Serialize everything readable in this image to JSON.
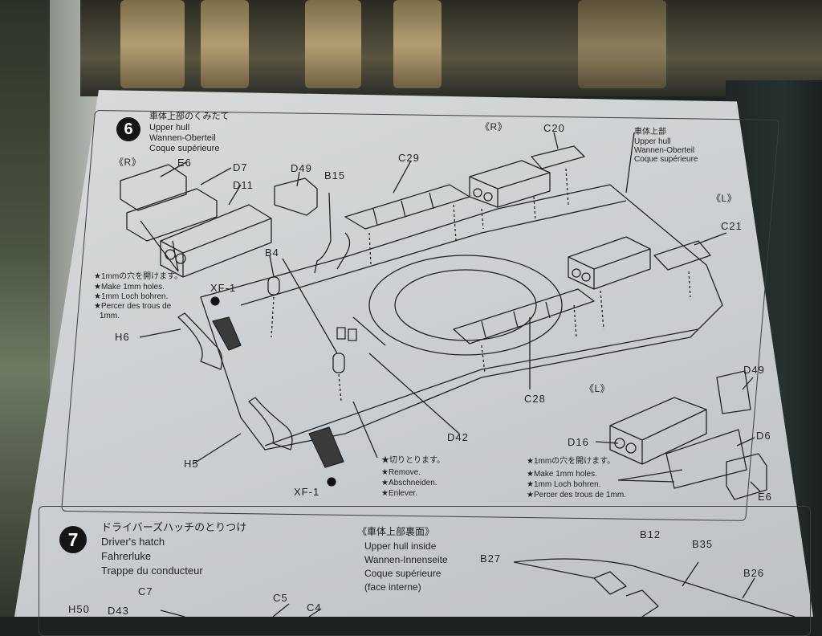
{
  "step6": {
    "number": "6",
    "title_jp": "車体上部のくみたて",
    "title_en": "Upper hull",
    "title_de": "Wannen-Oberteil",
    "title_fr": "Coque supérieure",
    "side_r_left": "《R》",
    "side_r_top": "《R》",
    "side_l_right": "《L》",
    "side_l_bottom": "《L》",
    "callout_upper_hull": [
      "車体上部",
      "Upper hull",
      "Wannen-Oberteil",
      "Coque supérieure"
    ],
    "parts": {
      "e6_left": "E6",
      "d7": "D7",
      "d11": "D11",
      "d49_left": "D49",
      "b15": "B15",
      "c29": "C29",
      "c20": "C20",
      "c21": "C21",
      "b4": "B4",
      "xf1_top": "XF-1",
      "h6": "H6",
      "h5": "H5",
      "xf1_bottom": "XF-1",
      "d42": "D42",
      "c28": "C28",
      "d49_right": "D49",
      "d16": "D16",
      "d6": "D6",
      "e6_right": "E6"
    },
    "note_holes_left": [
      "★1mmの穴を開けます。",
      "★Make 1mm holes.",
      "★1mm Loch bohren.",
      "★Percer des trous de",
      "1mm."
    ],
    "note_remove": [
      "★切りとります。",
      "★Remove.",
      "★Abschneiden.",
      "★Enlever."
    ],
    "note_holes_right": [
      "★1mmの穴を開けます。",
      "★Make 1mm holes.",
      "★1mm Loch bohren.",
      "★Percer des trous de 1mm."
    ]
  },
  "step7": {
    "number": "7",
    "title_jp": "ドライバーズハッチのとりつけ",
    "title_en": "Driver's hatch",
    "title_de": "Fahrerluke",
    "title_fr": "Trappe du conducteur",
    "sub_jp": "《車体上部裏面》",
    "sub_en": "Upper hull inside",
    "sub_de": "Wannen-Innenseite",
    "sub_fr": "Coque supérieure",
    "sub_fr2": "(face interne)",
    "parts": {
      "b12": "B12",
      "b35": "B35",
      "b27": "B27",
      "b26": "B26",
      "c7": "C7",
      "c5": "C5",
      "c4": "C4",
      "h50": "H50",
      "d43": "D43"
    }
  },
  "colors": {
    "paper": "#cfd2d4",
    "ink": "#1e2022",
    "backdrop": "#1d2221"
  }
}
